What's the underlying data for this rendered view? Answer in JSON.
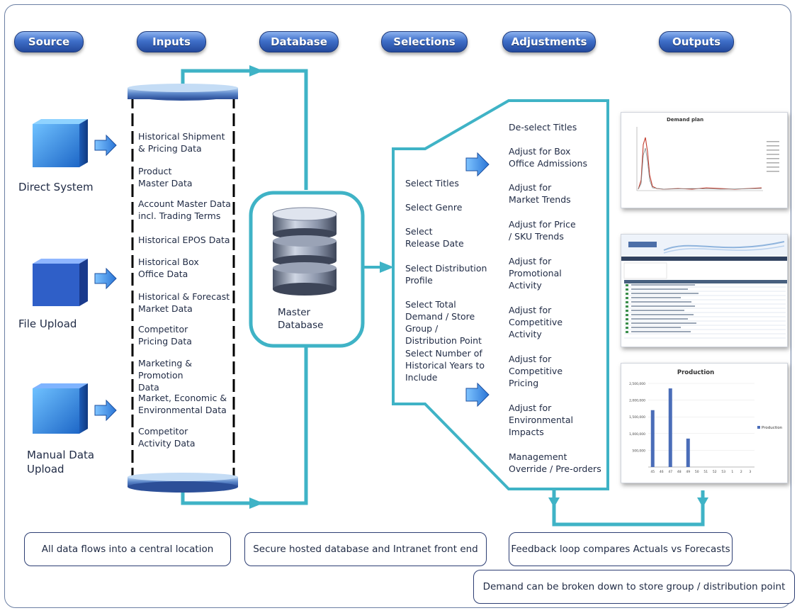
{
  "headers": [
    "Source",
    "Inputs",
    "Database",
    "Selections",
    "Adjustments",
    "Outputs"
  ],
  "sources": [
    "Direct System",
    "File Upload",
    "Manual Data Upload"
  ],
  "inputs": [
    "Historical Shipment & Pricing Data",
    "Product Master Data",
    "Account Master Data incl. Trading Terms",
    "Historical EPOS Data",
    "Historical Box Office Data",
    "Historical & Forecast Market Data",
    "Competitor Pricing Data",
    "Marketing & Promotion Data",
    "Market, Economic & Environmental Data",
    "Competitor Activity Data"
  ],
  "database_label": "Master Database",
  "selections": [
    "Select Titles",
    "Select Genre",
    "Select Release Date",
    "Select Distribution Profile",
    "Select Total Demand / Store Group / Distribution Point",
    "Select Number of Historical Years to Include"
  ],
  "adjustments": [
    "De-select Titles",
    "Adjust for Box Office Admissions",
    "Adjust for Market Trends",
    "Adjust for Price / SKU Trends",
    "Adjust for Promotional Activity",
    "Adjust for Competitive Activity",
    "Adjust for Competitive Pricing",
    "Adjust for Environmental Impacts",
    "Management Override / Pre-orders"
  ],
  "outputs": {
    "demand_plan_title": "Demand plan",
    "production_title": "Production",
    "production_legend": "Production",
    "production_y_ticks": [
      "2,500,000",
      "2,000,000",
      "1,500,000",
      "1,000,000",
      "500,000"
    ],
    "production_x_ticks": [
      "45",
      "46",
      "47",
      "48",
      "49",
      "50",
      "51",
      "52",
      "53",
      "1",
      "2",
      "3"
    ],
    "production_values": [
      1700000,
      0,
      2350000,
      0,
      850000,
      0,
      0,
      0,
      0,
      0,
      0,
      0
    ],
    "production_ymax": 2500000
  },
  "notes": [
    "All data flows into a central location",
    "Secure hosted database and Intranet front end",
    "Feedback loop compares Actuals vs Forecasts",
    "Demand can be broken down to store group / distribution point"
  ],
  "colors": {
    "teal": "#3fb3c6",
    "navy": "#24499b",
    "box_blue": "#3a7fd8"
  }
}
